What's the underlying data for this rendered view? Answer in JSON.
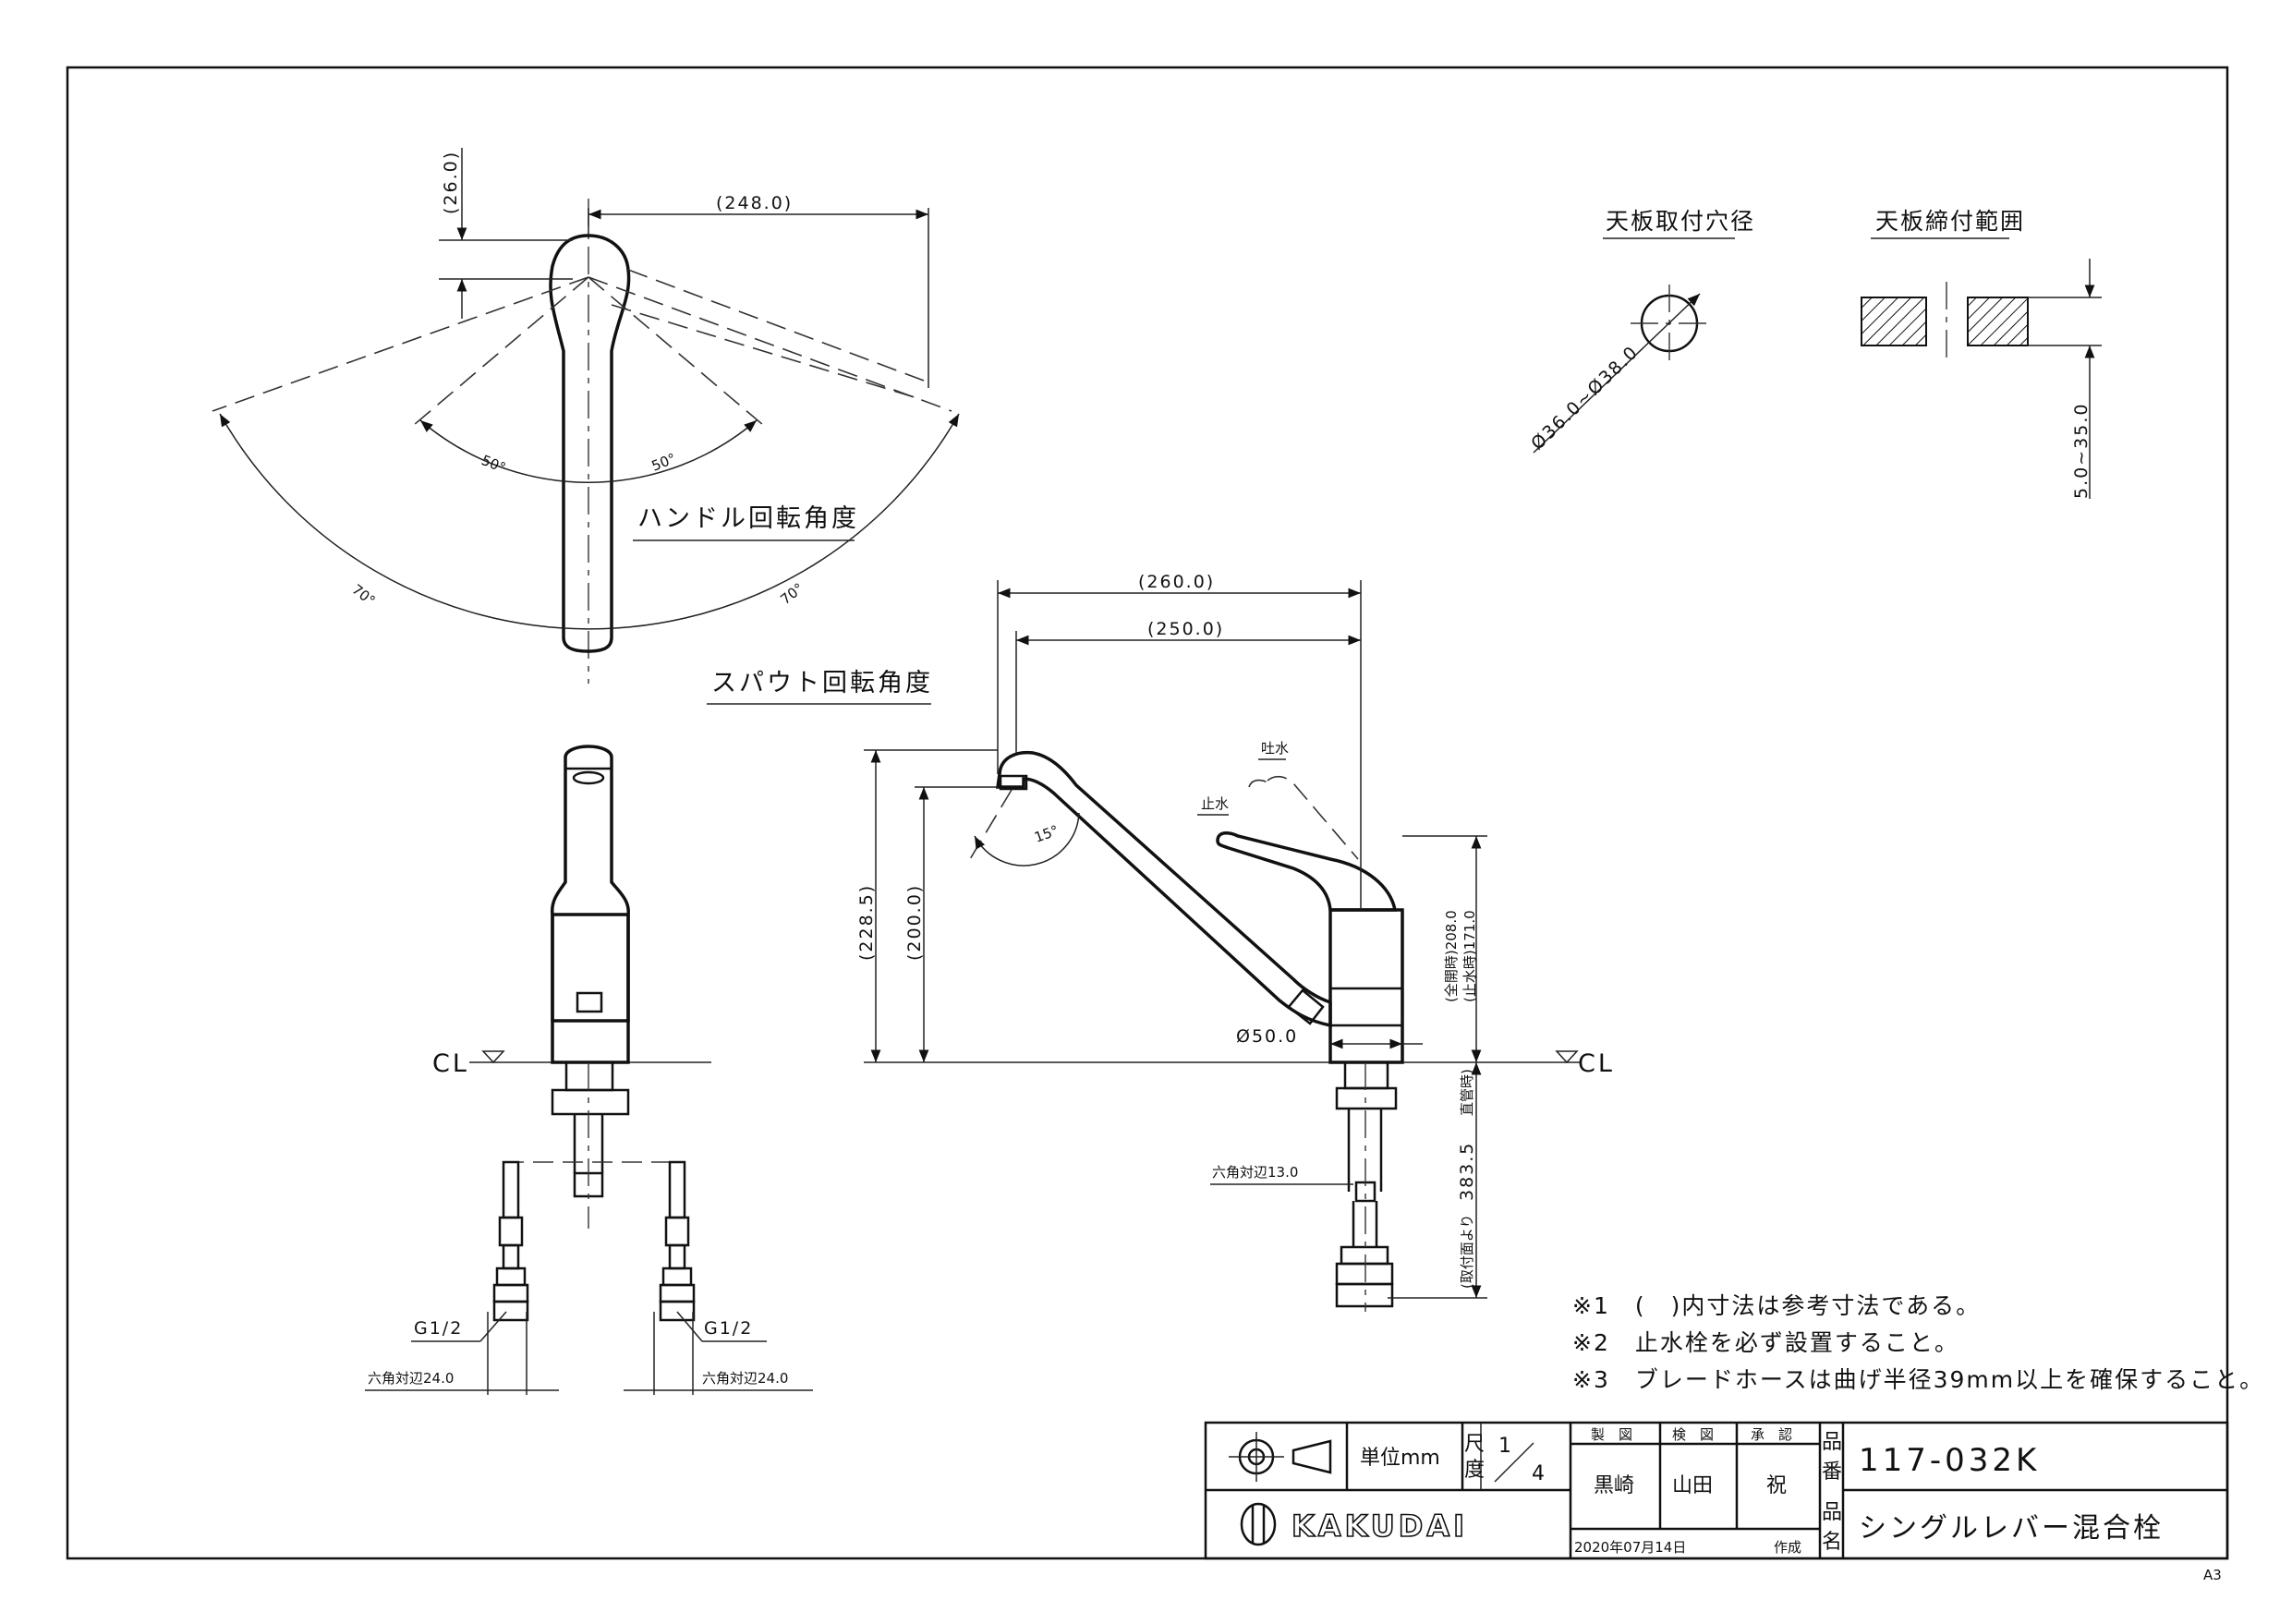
{
  "views": {
    "top": {
      "dim_spout_length": "(248.0)",
      "dim_handle_offset": "(26.0)",
      "angle_handle_left": "50°",
      "angle_handle_right": "50°",
      "angle_spout_left": "70°",
      "angle_spout_right": "70°",
      "label_handle_rotation": "ハンドル回転角度",
      "label_spout_rotation": "スパウト回転角度"
    },
    "hole": {
      "title": "天板取付穴径",
      "dim": "Ø36.0~Ø38.0"
    },
    "clamp": {
      "title": "天板締付範囲",
      "dim": "5.0~35.0"
    },
    "front": {
      "cl_label": "CL",
      "thread_left": "G1/2",
      "thread_right": "G1/2",
      "hex_left": "六角対辺24.0",
      "hex_right": "六角対辺24.0"
    },
    "side": {
      "dim_reach_total": "(260.0)",
      "dim_reach_spout": "(250.0)",
      "dim_height_total": "(228.5)",
      "dim_height_spout": "(200.0)",
      "angle_spout": "15°",
      "label_open": "吐水",
      "label_closed": "止水",
      "dim_body_dia": "Ø50.0",
      "dim_height_open": "(全開時)208.0",
      "dim_height_closed": "(止水時)171.0",
      "cl_label": "CL",
      "hex_hose": "六角対辺13.0",
      "dim_hose_len_prefix": "(取付面より",
      "dim_hose_len": "383.5",
      "dim_hose_len_suffix": "直管時)"
    }
  },
  "notes": [
    "※1　(　)内寸法は参考寸法である。",
    "※2　止水栓を必ず設置すること。",
    "※3　ブレードホースは曲げ半径39mm以上を確保すること。"
  ],
  "title_block": {
    "unit": "単位mm",
    "scale_label_1": "尺",
    "scale_label_2": "度",
    "scale_num": "1",
    "scale_den": "4",
    "header_drawn": "製　図",
    "header_checked": "検　図",
    "header_approved": "承　認",
    "drawn_by": "黒崎",
    "checked_by": "山田",
    "approved_by": "祝",
    "part_no_label_1": "品",
    "part_no_label_2": "番",
    "part_no": "117-032K",
    "name_label_1": "品",
    "name_label_2": "名",
    "product_name": "シングルレバー混合栓",
    "brand": "KAKUDAI",
    "date": "2020年07月14日",
    "date_suffix": "作成"
  },
  "paper_size": "A3"
}
